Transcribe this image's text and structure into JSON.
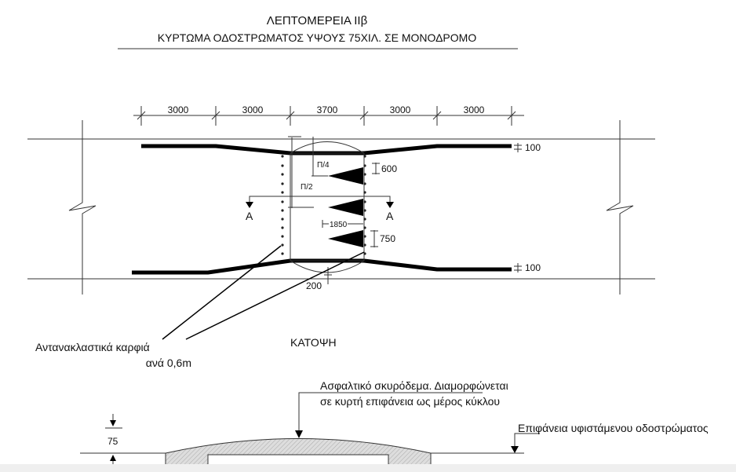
{
  "title": "ΛΕΠΤΟΜΕΡΕΙΑ  IIβ",
  "subtitle": "ΚΥΡΤΩΜΑ  ΟΔΟΣΤΡΩΜΑΤΟΣ ΥΨΟΥΣ 75ΧΙΛ. ΣΕ ΜΟΝΟΔΡΟΜΟ",
  "plan": {
    "dimensions": [
      "3000",
      "3000",
      "3700",
      "3000",
      "3000"
    ],
    "edge_offset_top": "100",
    "edge_offset_bottom": "100",
    "dim_600": "600",
    "dim_750": "750",
    "dim_1850": "1850",
    "dim_200": "200",
    "pi_4": "Π/4",
    "pi_2": "Π/2",
    "section_left": "Α",
    "section_right": "Α",
    "studs_label_1": "Αντανακλαστικά  καρφιά",
    "studs_label_2": "ανά 0,6m",
    "view_label": "ΚΑΤΟΨΗ"
  },
  "section": {
    "material_note_1": "Ασφαλτικό σκυρόδεμα. Διαμορφώνεται",
    "material_note_2": "σε κυρτή επιφάνεια ως μέρος κύκλου",
    "surface_note": "Επιφάνεια υφιστάμενου οδοστρώματος",
    "height": "75"
  }
}
